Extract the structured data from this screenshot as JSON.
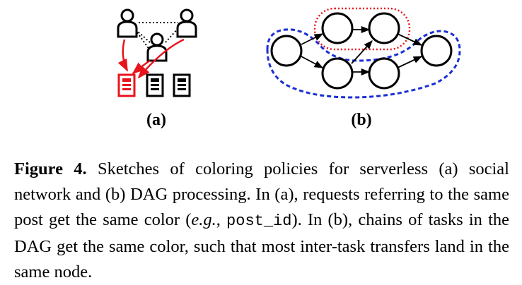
{
  "panels": {
    "a_label": "(a)",
    "b_label": "(b)"
  },
  "colors": {
    "highlight_red": "#e8141c",
    "dag_blue_outline": "#1b2fd6",
    "dag_red_outline": "#e8141c",
    "ink": "#000000"
  },
  "icons": {
    "users": [
      "user-icon",
      "user-icon",
      "user-icon"
    ],
    "posts": [
      "document-icon-red",
      "document-icon",
      "document-icon"
    ]
  },
  "caption": {
    "label": "Figure 4.",
    "text1": " Sketches of coloring policies for serverless (a) social network and (b) DAG processing. In (a), requests referring to the same post get the same color (",
    "eg": "e.g.",
    "comma": ", ",
    "code": "post_id",
    "text2": "). In (b), chains of tasks in the DAG get the same color, such that most inter-task transfers land in the same node."
  }
}
